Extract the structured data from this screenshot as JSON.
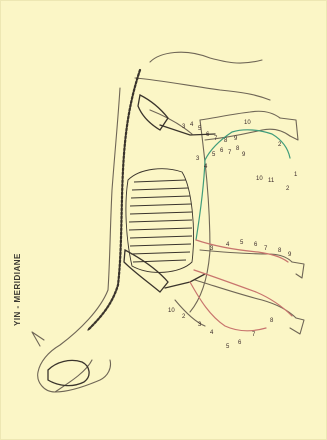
{
  "figure": {
    "side_title": "YIN - MERIDIANE",
    "colors": {
      "background": "#fbf6c6",
      "outline": "#6f6656",
      "skeleton": "#3a342c",
      "meridian_green": "#3f9c7a",
      "meridian_red": "#c8746d"
    },
    "point_labels": [
      "3",
      "4",
      "5",
      "6",
      "7",
      "8",
      "9",
      "10",
      "2",
      "1",
      "3",
      "4",
      "5",
      "6",
      "7",
      "8",
      "9",
      "10",
      "11",
      "2",
      "3",
      "4",
      "5",
      "6",
      "7",
      "8",
      "9",
      "10",
      "2",
      "3",
      "4",
      "5",
      "6",
      "7",
      "8"
    ]
  }
}
